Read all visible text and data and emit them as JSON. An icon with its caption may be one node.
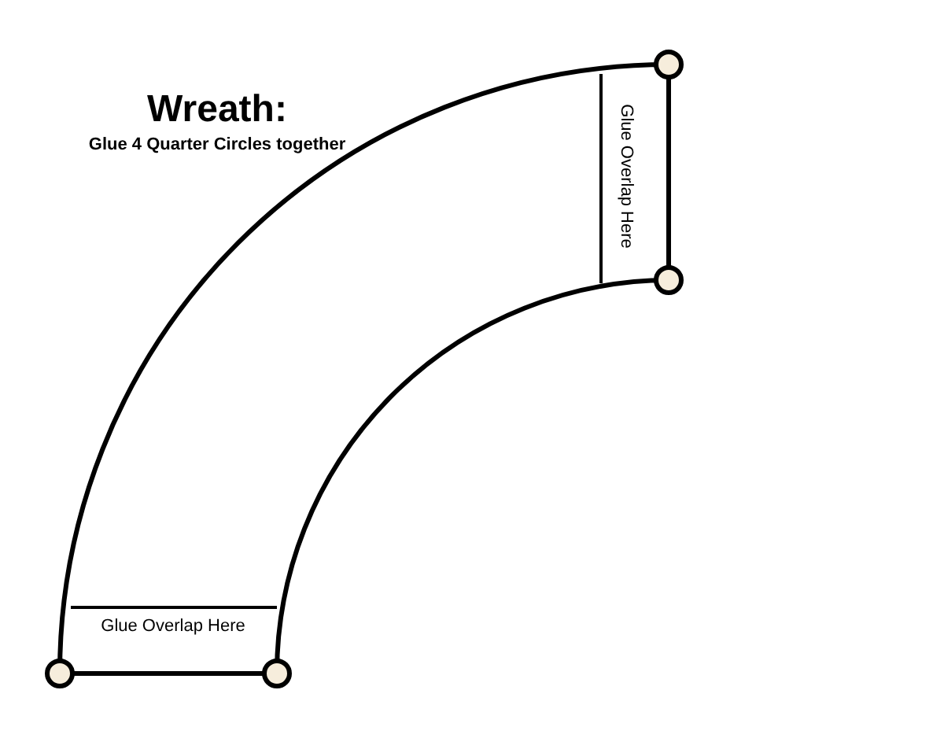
{
  "diagram": {
    "title": "Wreath:",
    "labels": [
      "Glue 4 Quarter Circles together",
      "Glue Overlap Here",
      "Glue Overlap Here"
    ]
  }
}
